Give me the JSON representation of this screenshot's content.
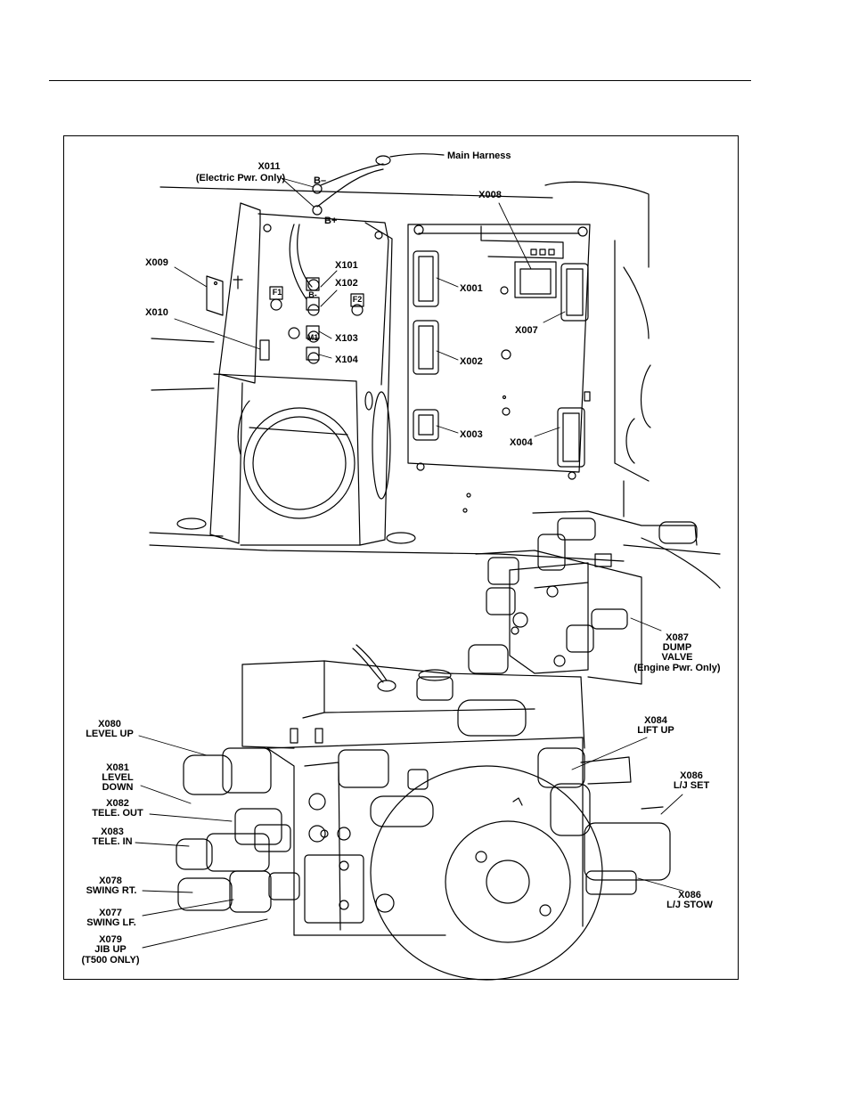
{
  "labels": {
    "x011": "X011",
    "x011_note": "(Electric Pwr. Only)",
    "main_harness": "Main Harness",
    "b_minus": "B–",
    "b_plus": "B+",
    "x008": "X008",
    "x009": "X009",
    "x010": "X010",
    "x101": "X101",
    "x102": "X102",
    "x103": "X103",
    "x104": "X104",
    "x001": "X001",
    "x002": "X002",
    "x003": "X003",
    "x004": "X004",
    "x007": "X007",
    "x087": "X087",
    "x087_l2": "DUMP",
    "x087_l3": "VALVE",
    "x087_l4": "(Engine Pwr. Only)",
    "x080": "X080",
    "x080_l2": "LEVEL UP",
    "x081": "X081",
    "x081_l2": "LEVEL",
    "x081_l3": "DOWN",
    "x082": "X082",
    "x082_l2": "TELE. OUT",
    "x083": "X083",
    "x083_l2": "TELE. IN",
    "x078": "X078",
    "x078_l2": "SWING RT.",
    "x077": "X077",
    "x077_l2": "SWING LF.",
    "x079": "X079",
    "x079_l2": "JIB UP",
    "x079_l3": "(T500 ONLY)",
    "x084": "X084",
    "x084_l2": "LIFT UP",
    "x086a": "X086",
    "x086a_l2": "L/J SET",
    "x086b": "X086",
    "x086b_l2": "L/J STOW",
    "f1": "F1",
    "f2": "F2",
    "b_panel": "B-",
    "m1": "M1"
  }
}
